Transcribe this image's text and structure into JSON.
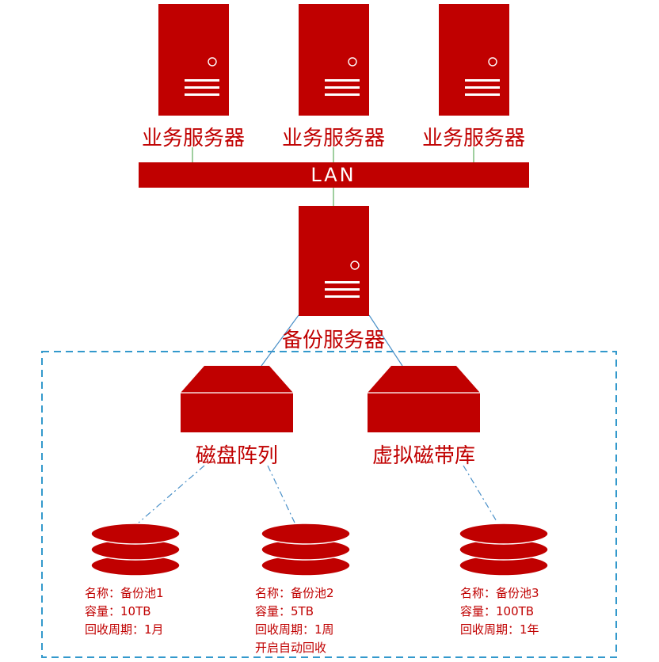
{
  "colors": {
    "primary": "#c00000",
    "link_line": "#7fbf7f",
    "storage_link": "#4a90c8",
    "zone_border": "#3399cc"
  },
  "network": {
    "label": "LAN"
  },
  "business_servers": [
    {
      "label": "业务服务器",
      "icon": "server-tower-icon"
    },
    {
      "label": "业务服务器",
      "icon": "server-tower-icon"
    },
    {
      "label": "业务服务器",
      "icon": "server-tower-icon"
    }
  ],
  "backup_server": {
    "label": "备份服务器",
    "icon": "server-tower-icon"
  },
  "storage_devices": [
    {
      "label": "磁盘阵列",
      "icon": "storage-appliance-icon"
    },
    {
      "label": "虚拟磁带库",
      "icon": "storage-appliance-icon"
    }
  ],
  "pools": [
    {
      "icon": "disk-stack-icon",
      "lines": [
        "名称：备份池1",
        "容量：10TB",
        "回收周期：1月"
      ]
    },
    {
      "icon": "disk-stack-icon",
      "lines": [
        "名称：备份池2",
        "容量：5TB",
        "回收周期：1周",
        "开启自动回收"
      ]
    },
    {
      "icon": "disk-stack-icon",
      "lines": [
        "名称：备份池3",
        "容量：100TB",
        "回收周期：1年"
      ]
    }
  ]
}
